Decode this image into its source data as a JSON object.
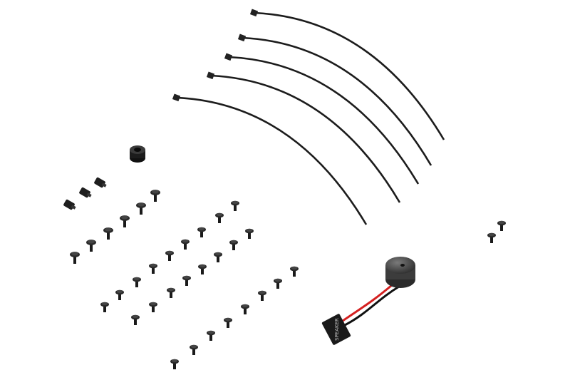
{
  "scene": {
    "description_items": [
      "cable-ties",
      "screws",
      "standoffs",
      "spacer",
      "speaker-buzzer"
    ],
    "speaker_label": "SPEAKER",
    "colors": {
      "background": "#ffffff",
      "plastic": "#1e1e1e",
      "buzzer": "#4a4a4a",
      "wire_red": "#d42020",
      "wire_black": "#111111"
    }
  }
}
